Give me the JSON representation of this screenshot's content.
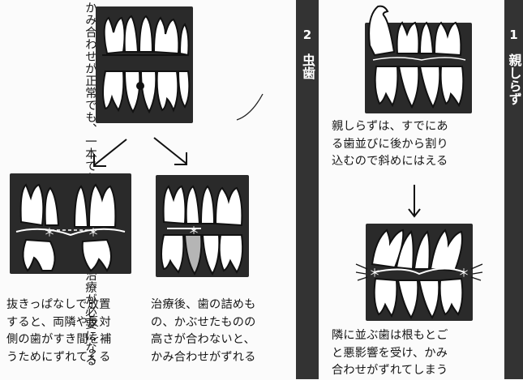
{
  "left_section": {
    "intro_text_lines": [
      "かみ合わせが正常で",
      "も、一本でも虫歯に",
      "なると、治療が必要",
      "になる"
    ],
    "captions": {
      "extraction": [
        "抜きっぱなしで放置",
        "すると、両隣や反対",
        "側の歯がすき間を補",
        "うためにずれてくる"
      ],
      "treatment": [
        "治療後、歯の詰めも",
        "の、かぶせたものの",
        "高さが合わないと、",
        "かみ合わせがずれる"
      ]
    }
  },
  "section_2": {
    "number": "2",
    "title": "虫歯"
  },
  "middle_section": {
    "caption_top": [
      "親しらずは、すでにあ",
      "る歯並びに後から割り",
      "込むので斜めにはえる"
    ],
    "caption_bottom": [
      "隣に並ぶ歯は根もとご",
      "と悪影響を受け、かみ",
      "合わせがずれてしまう"
    ]
  },
  "section_1": {
    "number": "1",
    "title": "親しらず"
  },
  "colors": {
    "bar": "#333333",
    "paper": "#fbfbfb",
    "ink": "#151515",
    "filling": "#b5b5b5"
  },
  "icons": [
    "tooth-diagram",
    "arrow-down-left-icon",
    "arrow-down-right-icon",
    "arrow-down-icon"
  ]
}
